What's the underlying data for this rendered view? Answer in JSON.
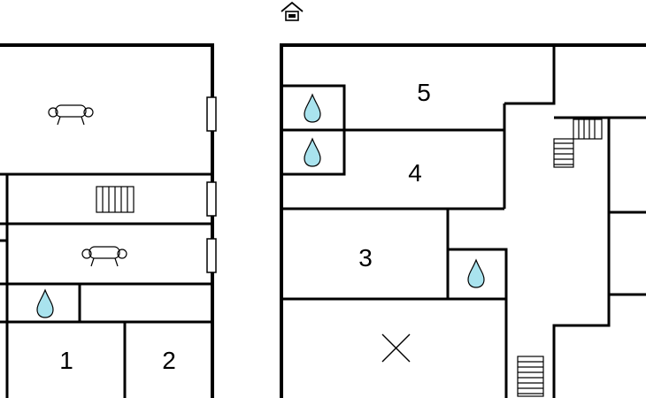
{
  "rooms": [
    {
      "id": "1",
      "label": "1"
    },
    {
      "id": "2",
      "label": "2"
    },
    {
      "id": "3",
      "label": "3"
    },
    {
      "id": "4",
      "label": "4"
    },
    {
      "id": "5",
      "label": "5"
    }
  ],
  "icons": {
    "house": "house-icon",
    "sofa": "sofa-icon",
    "radiator": "radiator-icon",
    "shower": "water-drop-icon",
    "stairs": "stairs-icon",
    "cross": "cross-icon"
  },
  "colors": {
    "wall": "#000000",
    "water": "#a9e3ee",
    "background": "#ffffff"
  }
}
